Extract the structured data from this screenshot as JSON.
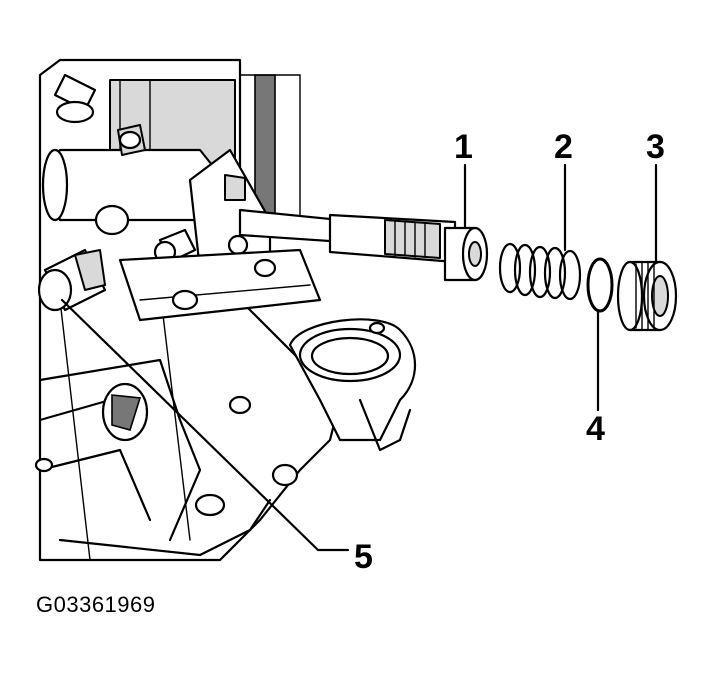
{
  "figure_id": "G03361969",
  "callouts": [
    "1",
    "2",
    "3",
    "4",
    "5"
  ]
}
